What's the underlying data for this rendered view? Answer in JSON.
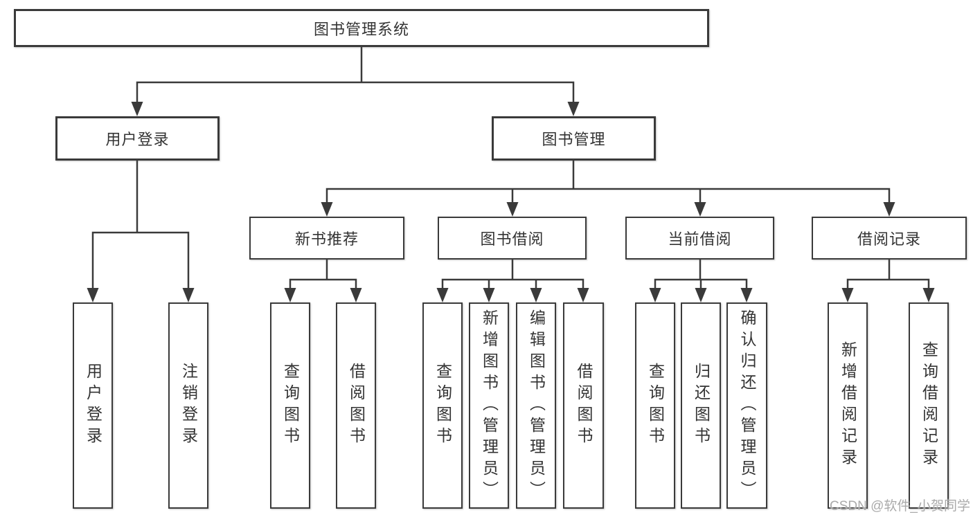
{
  "watermark": "CSDN @软件_小贺同学",
  "nodes": {
    "root": "图书管理系统",
    "userLogin": "用户登录",
    "bookMgmt": "图书管理",
    "newBookRec": "新书推荐",
    "bookBorrow": "图书借阅",
    "currentBorrow": "当前借阅",
    "borrowRecords": "借阅记录",
    "leafUserLogin": "用户登录",
    "leafLogout": "注销登录",
    "leafQueryBooksRec": "查询图书",
    "leafBorrowBooksRec": "借阅图书",
    "leafQueryBooksBorrow": "查询图书",
    "leafAddBooks": "新增图书（管理员）",
    "leafEditBooks": "编辑图书（管理员）",
    "leafBorrowBooksBorrow": "借阅图书",
    "leafQueryBooksCurrent": "查询图书",
    "leafReturnBooks": "归还图书",
    "leafConfirmReturn": "确认归还（管理员）",
    "leafAddBorrowRecord": "新增借阅记录",
    "leafQueryBorrowRecord": "查询借阅记录"
  },
  "colors": {
    "line": "#3a3a3a",
    "text": "#333333",
    "background": "#ffffff",
    "watermark": "#a5a5a5"
  }
}
